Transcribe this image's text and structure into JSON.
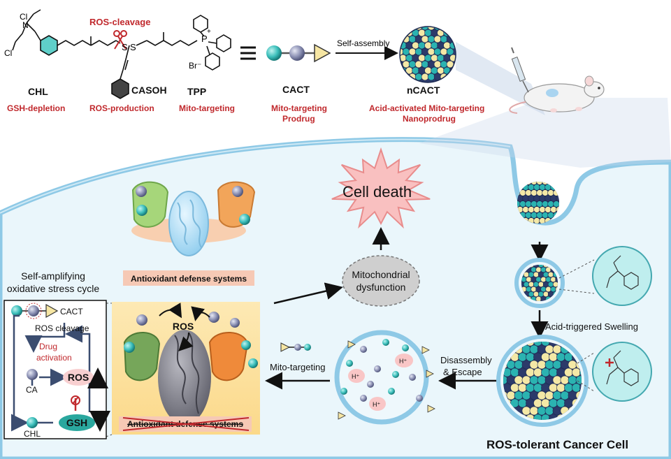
{
  "top": {
    "ros_cleavage": "ROS-cleavage",
    "chl": {
      "name": "CHL",
      "role": "GSH-depletion"
    },
    "casoh": {
      "name": "CASOH",
      "role": "ROS-production"
    },
    "tpp": {
      "name": "TPP",
      "role": "Mito-targeting"
    },
    "cact": {
      "name": "CACT",
      "role_line1": "Mito-targeting",
      "role_line2": "Prodrug"
    },
    "self_assembly": "Self-assembly",
    "ncact": {
      "name": "nCACT",
      "role_line1": "Acid-activated Mito-targeting",
      "role_line2": "Nanoprodrug"
    },
    "chem_labels": {
      "cl1": "Cl",
      "cl2": "Cl",
      "n": "N",
      "s1": "S",
      "s2": "S",
      "p": "P",
      "plus": "+",
      "br": "Br⁻"
    }
  },
  "cell": {
    "cell_death": "Cell death",
    "mito_dysfunction_line1": "Mitochondrial",
    "mito_dysfunction_line2": "dysfunction",
    "antioxidant_top": "Antioxidant defense systems",
    "antioxidant_bottom": "Antioxidant defense systems",
    "ros_center": "ROS",
    "mito_targeting": "Mito-targeting",
    "disassembly_line1": "Disassembly",
    "disassembly_line2": "& Escape",
    "acid_swelling": "Acid-triggered Swelling",
    "cell_title": "ROS-tolerant Cancer Cell",
    "h_plus": "H⁺"
  },
  "cycle": {
    "title_line1": "Self-amplifying",
    "title_line2": "oxidative stress cycle",
    "cact": "CACT",
    "ros_cleavage": "ROS cleavage",
    "drug_line1": "Drug",
    "drug_line2": "activation",
    "ca": "CA",
    "ros": "ROS",
    "chl": "CHL",
    "gsh": "GSH"
  },
  "colors": {
    "red_text": "#c0282c",
    "teal": "#2bb3b1",
    "navy": "#2c3a6a",
    "cream": "#f4e8a6",
    "cell_bg": "#e8f5fa",
    "membrane": "#8ec9e6"
  }
}
